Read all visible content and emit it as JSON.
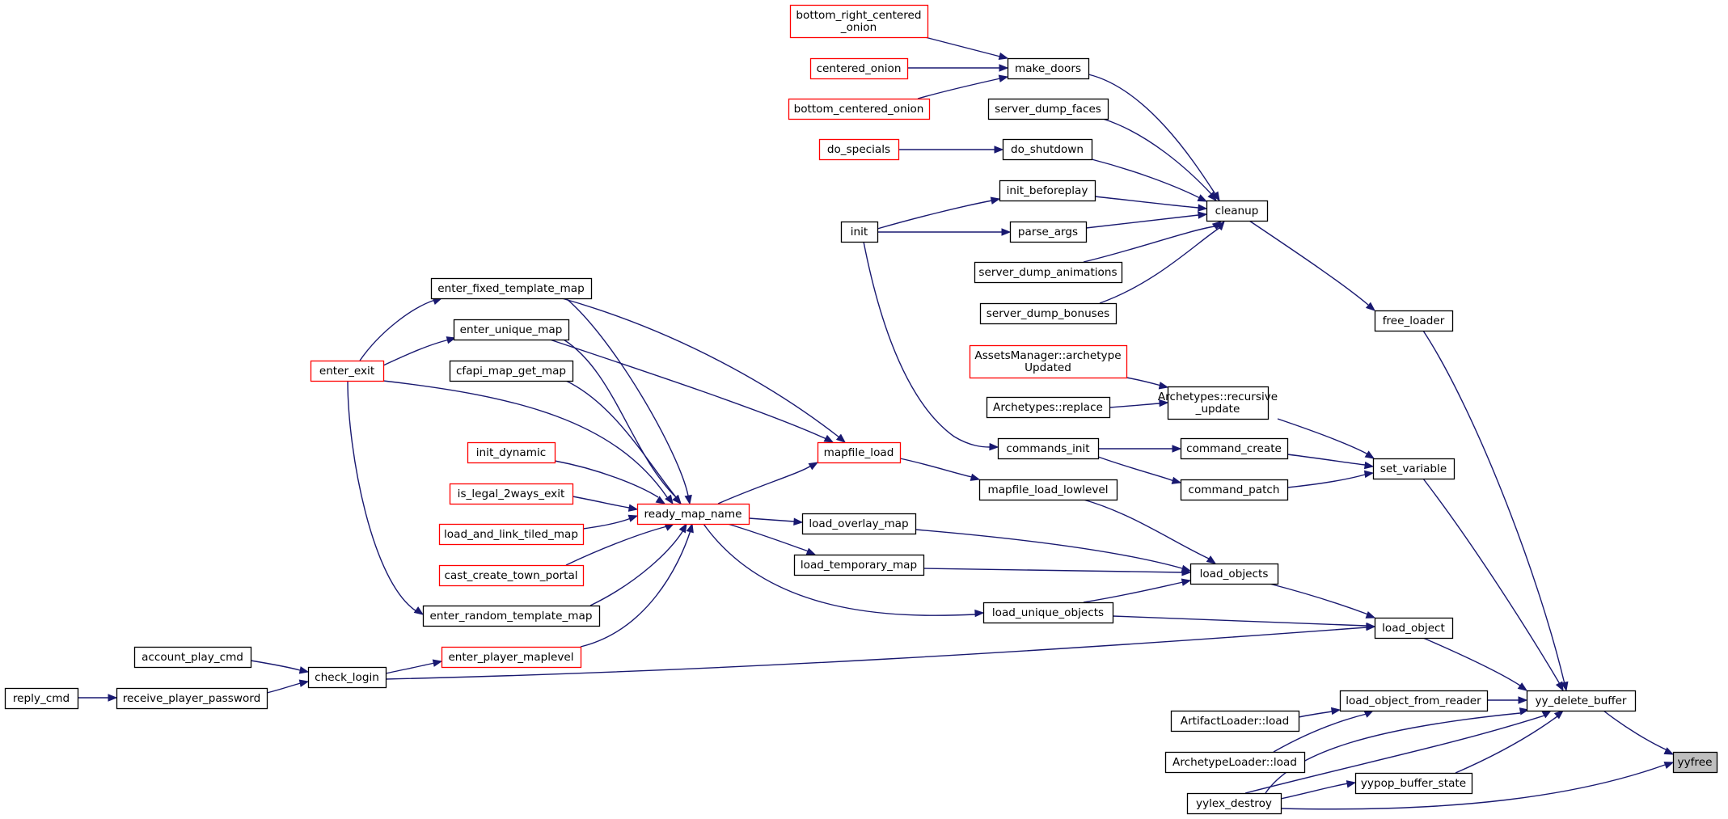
{
  "colors": {
    "edge": "#191970",
    "node_border": "#000000",
    "truncated_border": "#ff0000",
    "selected_fill": "#bfbfbf",
    "node_fill": "#ffffff"
  },
  "nodes": {
    "bottom_right_centered_onion": {
      "lines": [
        "bottom_right_centered",
        "_onion"
      ],
      "style": "truncated"
    },
    "make_doors": {
      "lines": [
        "make_doors"
      ],
      "style": "normal"
    },
    "centered_onion": {
      "lines": [
        "centered_onion"
      ],
      "style": "truncated"
    },
    "bottom_centered_onion": {
      "lines": [
        "bottom_centered_onion"
      ],
      "style": "truncated"
    },
    "server_dump_faces": {
      "lines": [
        "server_dump_faces"
      ],
      "style": "normal"
    },
    "do_specials": {
      "lines": [
        "do_specials"
      ],
      "style": "truncated"
    },
    "do_shutdown": {
      "lines": [
        "do_shutdown"
      ],
      "style": "normal"
    },
    "init_beforeplay": {
      "lines": [
        "init_beforeplay"
      ],
      "style": "normal"
    },
    "cleanup": {
      "lines": [
        "cleanup"
      ],
      "style": "normal"
    },
    "init": {
      "lines": [
        "init"
      ],
      "style": "normal"
    },
    "parse_args": {
      "lines": [
        "parse_args"
      ],
      "style": "normal"
    },
    "server_dump_animations": {
      "lines": [
        "server_dump_animations"
      ],
      "style": "normal"
    },
    "server_dump_bonuses": {
      "lines": [
        "server_dump_bonuses"
      ],
      "style": "normal"
    },
    "enter_fixed_template_map": {
      "lines": [
        "enter_fixed_template_map"
      ],
      "style": "normal"
    },
    "free_loader": {
      "lines": [
        "free_loader"
      ],
      "style": "normal"
    },
    "enter_unique_map": {
      "lines": [
        "enter_unique_map"
      ],
      "style": "normal"
    },
    "assets_manager_archetype_updated": {
      "lines": [
        "AssetsManager::archetype",
        "Updated"
      ],
      "style": "truncated"
    },
    "enter_exit": {
      "lines": [
        "enter_exit"
      ],
      "style": "truncated"
    },
    "cfapi_map_get_map": {
      "lines": [
        "cfapi_map_get_map"
      ],
      "style": "normal"
    },
    "archetypes_recursive_update": {
      "lines": [
        "Archetypes::recursive",
        "_update"
      ],
      "style": "normal"
    },
    "archetypes_replace": {
      "lines": [
        "Archetypes::replace"
      ],
      "style": "normal"
    },
    "init_dynamic": {
      "lines": [
        "init_dynamic"
      ],
      "style": "truncated"
    },
    "mapfile_load": {
      "lines": [
        "mapfile_load"
      ],
      "style": "truncated"
    },
    "commands_init": {
      "lines": [
        "commands_init"
      ],
      "style": "normal"
    },
    "command_create": {
      "lines": [
        "command_create"
      ],
      "style": "normal"
    },
    "set_variable": {
      "lines": [
        "set_variable"
      ],
      "style": "normal"
    },
    "is_legal_2ways_exit": {
      "lines": [
        "is_legal_2ways_exit"
      ],
      "style": "truncated"
    },
    "command_patch": {
      "lines": [
        "command_patch"
      ],
      "style": "normal"
    },
    "mapfile_load_lowlevel": {
      "lines": [
        "mapfile_load_lowlevel"
      ],
      "style": "normal"
    },
    "ready_map_name": {
      "lines": [
        "ready_map_name"
      ],
      "style": "truncated"
    },
    "load_overlay_map": {
      "lines": [
        "load_overlay_map"
      ],
      "style": "normal"
    },
    "load_and_link_tiled_map": {
      "lines": [
        "load_and_link_tiled_map"
      ],
      "style": "truncated"
    },
    "load_temporary_map": {
      "lines": [
        "load_temporary_map"
      ],
      "style": "normal"
    },
    "load_objects": {
      "lines": [
        "load_objects"
      ],
      "style": "normal"
    },
    "cast_create_town_portal": {
      "lines": [
        "cast_create_town_portal"
      ],
      "style": "truncated"
    },
    "enter_random_template_map": {
      "lines": [
        "enter_random_template_map"
      ],
      "style": "normal"
    },
    "load_unique_objects": {
      "lines": [
        "load_unique_objects"
      ],
      "style": "normal"
    },
    "load_object": {
      "lines": [
        "load_object"
      ],
      "style": "normal"
    },
    "account_play_cmd": {
      "lines": [
        "account_play_cmd"
      ],
      "style": "normal"
    },
    "enter_player_maplevel": {
      "lines": [
        "enter_player_maplevel"
      ],
      "style": "truncated"
    },
    "check_login": {
      "lines": [
        "check_login"
      ],
      "style": "normal"
    },
    "reply_cmd": {
      "lines": [
        "reply_cmd"
      ],
      "style": "normal"
    },
    "receive_player_password": {
      "lines": [
        "receive_player_password"
      ],
      "style": "normal"
    },
    "load_object_from_reader": {
      "lines": [
        "load_object_from_reader"
      ],
      "style": "normal"
    },
    "yy_delete_buffer": {
      "lines": [
        "yy_delete_buffer"
      ],
      "style": "normal"
    },
    "artifact_loader_load": {
      "lines": [
        "ArtifactLoader::load"
      ],
      "style": "normal"
    },
    "archetype_loader_load": {
      "lines": [
        "ArchetypeLoader::load"
      ],
      "style": "normal"
    },
    "yyfree": {
      "lines": [
        "yyfree"
      ],
      "style": "selected"
    },
    "yypop_buffer_state": {
      "lines": [
        "yypop_buffer_state"
      ],
      "style": "normal"
    },
    "yylex_destroy": {
      "lines": [
        "yylex_destroy"
      ],
      "style": "normal"
    }
  },
  "edges": [
    [
      "bottom_right_centered_onion",
      "make_doors"
    ],
    [
      "centered_onion",
      "make_doors"
    ],
    [
      "bottom_centered_onion",
      "make_doors"
    ],
    [
      "make_doors",
      "cleanup"
    ],
    [
      "server_dump_faces",
      "cleanup"
    ],
    [
      "do_specials",
      "do_shutdown"
    ],
    [
      "do_shutdown",
      "cleanup"
    ],
    [
      "init",
      "init_beforeplay"
    ],
    [
      "init_beforeplay",
      "cleanup"
    ],
    [
      "init",
      "parse_args"
    ],
    [
      "parse_args",
      "cleanup"
    ],
    [
      "server_dump_animations",
      "cleanup"
    ],
    [
      "server_dump_bonuses",
      "cleanup"
    ],
    [
      "cleanup",
      "free_loader"
    ],
    [
      "init",
      "commands_init"
    ],
    [
      "free_loader",
      "yy_delete_buffer"
    ],
    [
      "enter_exit",
      "enter_fixed_template_map"
    ],
    [
      "enter_exit",
      "enter_unique_map"
    ],
    [
      "enter_exit",
      "ready_map_name"
    ],
    [
      "enter_exit",
      "enter_random_template_map"
    ],
    [
      "enter_fixed_template_map",
      "mapfile_load"
    ],
    [
      "enter_fixed_template_map",
      "ready_map_name"
    ],
    [
      "enter_unique_map",
      "mapfile_load"
    ],
    [
      "enter_unique_map",
      "ready_map_name"
    ],
    [
      "cfapi_map_get_map",
      "ready_map_name"
    ],
    [
      "init_dynamic",
      "ready_map_name"
    ],
    [
      "is_legal_2ways_exit",
      "ready_map_name"
    ],
    [
      "load_and_link_tiled_map",
      "ready_map_name"
    ],
    [
      "cast_create_town_portal",
      "ready_map_name"
    ],
    [
      "enter_random_template_map",
      "ready_map_name"
    ],
    [
      "enter_player_maplevel",
      "ready_map_name"
    ],
    [
      "ready_map_name",
      "mapfile_load"
    ],
    [
      "ready_map_name",
      "load_overlay_map"
    ],
    [
      "ready_map_name",
      "load_temporary_map"
    ],
    [
      "ready_map_name",
      "load_unique_objects"
    ],
    [
      "assets_manager_archetype_updated",
      "archetypes_recursive_update"
    ],
    [
      "archetypes_replace",
      "archetypes_recursive_update"
    ],
    [
      "archetypes_recursive_update",
      "set_variable"
    ],
    [
      "commands_init",
      "command_create"
    ],
    [
      "commands_init",
      "command_patch"
    ],
    [
      "command_create",
      "set_variable"
    ],
    [
      "command_patch",
      "set_variable"
    ],
    [
      "set_variable",
      "yy_delete_buffer"
    ],
    [
      "mapfile_load",
      "mapfile_load_lowlevel"
    ],
    [
      "mapfile_load_lowlevel",
      "load_objects"
    ],
    [
      "load_overlay_map",
      "load_objects"
    ],
    [
      "load_temporary_map",
      "load_objects"
    ],
    [
      "load_unique_objects",
      "load_objects"
    ],
    [
      "load_unique_objects",
      "load_object"
    ],
    [
      "load_objects",
      "load_object"
    ],
    [
      "load_object",
      "yy_delete_buffer"
    ],
    [
      "account_play_cmd",
      "check_login"
    ],
    [
      "receive_player_password",
      "check_login"
    ],
    [
      "reply_cmd",
      "receive_player_password"
    ],
    [
      "check_login",
      "enter_player_maplevel"
    ],
    [
      "check_login",
      "load_object"
    ],
    [
      "load_object_from_reader",
      "yy_delete_buffer"
    ],
    [
      "artifact_loader_load",
      "load_object_from_reader"
    ],
    [
      "archetype_loader_load",
      "load_object_from_reader"
    ],
    [
      "yylex_destroy",
      "load_object_from_reader"
    ],
    [
      "yylex_destroy",
      "yy_delete_buffer"
    ],
    [
      "yylex_destroy",
      "yypop_buffer_state"
    ],
    [
      "yylex_destroy",
      "yyfree"
    ],
    [
      "yypop_buffer_state",
      "yy_delete_buffer"
    ],
    [
      "yy_delete_buffer",
      "yyfree"
    ]
  ]
}
